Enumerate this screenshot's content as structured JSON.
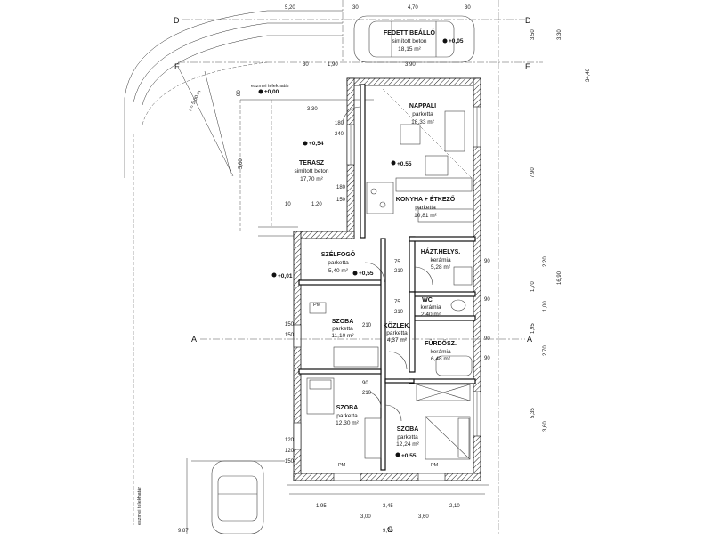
{
  "rooms": {
    "carport": {
      "name": "FEDETT BEÁLLÓ",
      "material": "simított beton",
      "area": "18,15 m²"
    },
    "living": {
      "name": "NAPPALI",
      "material": "parketta",
      "area": "18,33 m²"
    },
    "terrace": {
      "name": "TERASZ",
      "material": "simított beton",
      "area": "17,70 m²"
    },
    "kitchen": {
      "name": "KONYHA + ÉTKEZŐ",
      "material": "parketta",
      "area": "10,81 m²"
    },
    "utility": {
      "name": "HÁZT.HELYS.",
      "material": "kerámia",
      "area": "5,28 m²"
    },
    "vestibule": {
      "name": "SZÉLFOGÓ",
      "material": "parketta",
      "area": "5,40 m²"
    },
    "wc": {
      "name": "WC",
      "material": "kerámia",
      "area": "2,40 m²"
    },
    "room1": {
      "name": "SZOBA",
      "material": "parketta",
      "area": "11,10 m²"
    },
    "corridor": {
      "name": "KÖZLEK.",
      "material": "parketta",
      "area": "4,37 m²"
    },
    "bath": {
      "name": "FÜRDŐSZ.",
      "material": "kerámia",
      "area": "6,48 m²"
    },
    "room2": {
      "name": "SZOBA",
      "material": "parketta",
      "area": "12,30 m²"
    },
    "room3": {
      "name": "SZOBA",
      "material": "parketta",
      "area": "12,24 m²"
    }
  },
  "levels": {
    "carport": "+0,05",
    "street": "±0,00",
    "terrace": "+0,54",
    "living": "+0,55",
    "vestibule": "+0,55",
    "entrance": "+0,01",
    "room3": "+0,55"
  },
  "labels": {
    "boundary_top": "eszmei telekhatár",
    "boundary_left": "eszmei telekhatár",
    "radius": "r = 5,00 m",
    "pm": "PM"
  },
  "axes": {
    "d": "D",
    "e": "E",
    "a": "A",
    "c": "C"
  },
  "dims": {
    "top": [
      "5,20",
      "30",
      "4,70",
      "30",
      "1,90",
      "3,90",
      "30",
      "3,30",
      "1,20",
      "10"
    ],
    "bottom": [
      "1,95",
      "3,00",
      "3,45",
      "3,60",
      "2,10",
      "9,87",
      "9,70"
    ],
    "right": [
      "3,50",
      "3,30",
      "34,40",
      "7,90",
      "2,20",
      "16,90",
      "1,70",
      "1,00",
      "1,95",
      "2,70",
      "5,35",
      "3,60"
    ],
    "openings": [
      "90",
      "180",
      "240",
      "5,60",
      "180",
      "150",
      "120",
      "75",
      "210",
      "90",
      "150",
      "150",
      "75",
      "210",
      "90",
      "210",
      "90",
      "210",
      "120",
      "150",
      "90",
      "90"
    ]
  }
}
